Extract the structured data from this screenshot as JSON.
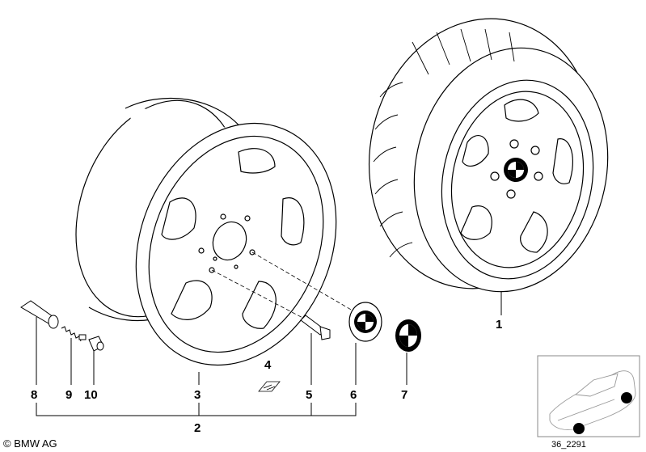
{
  "callouts": [
    {
      "id": "1",
      "label": "1"
    },
    {
      "id": "2",
      "label": "2"
    },
    {
      "id": "3",
      "label": "3"
    },
    {
      "id": "4",
      "label": "4"
    },
    {
      "id": "5",
      "label": "5"
    },
    {
      "id": "6",
      "label": "6"
    },
    {
      "id": "7",
      "label": "7"
    },
    {
      "id": "8",
      "label": "8"
    },
    {
      "id": "9",
      "label": "9"
    },
    {
      "id": "10",
      "label": "10"
    }
  ],
  "footer": {
    "copyright": "© BMW AG",
    "diagram_ref": "36_2291"
  }
}
